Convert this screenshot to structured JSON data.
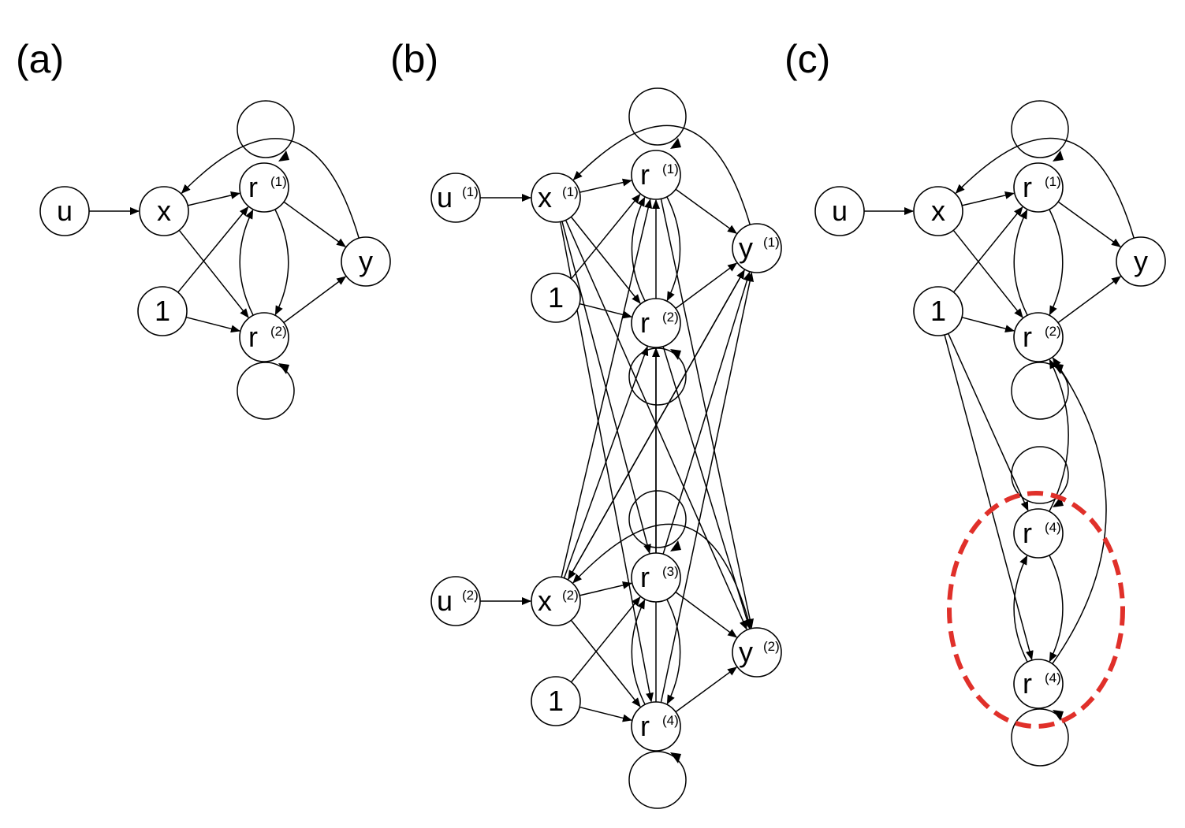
{
  "panels": [
    {
      "label": "(a)",
      "nodes": [
        {
          "id": "u",
          "text": "u",
          "sup": ""
        },
        {
          "id": "x",
          "text": "x",
          "sup": ""
        },
        {
          "id": "one",
          "text": "1",
          "sup": ""
        },
        {
          "id": "r1",
          "text": "r",
          "sup": "(1)"
        },
        {
          "id": "r2",
          "text": "r",
          "sup": "(2)"
        },
        {
          "id": "y",
          "text": "y",
          "sup": ""
        }
      ]
    },
    {
      "label": "(b)",
      "nodes": [
        {
          "id": "u1",
          "text": "u",
          "sup": "(1)"
        },
        {
          "id": "x1",
          "text": "x",
          "sup": "(1)"
        },
        {
          "id": "one1",
          "text": "1",
          "sup": ""
        },
        {
          "id": "r1",
          "text": "r",
          "sup": "(1)"
        },
        {
          "id": "r2",
          "text": "r",
          "sup": "(2)"
        },
        {
          "id": "y1",
          "text": "y",
          "sup": "(1)"
        },
        {
          "id": "u2",
          "text": "u",
          "sup": "(2)"
        },
        {
          "id": "x2",
          "text": "x",
          "sup": "(2)"
        },
        {
          "id": "one2",
          "text": "1",
          "sup": ""
        },
        {
          "id": "r3",
          "text": "r",
          "sup": "(3)"
        },
        {
          "id": "r4",
          "text": "r",
          "sup": "(4)"
        },
        {
          "id": "y2",
          "text": "y",
          "sup": "(2)"
        }
      ]
    },
    {
      "label": "(c)",
      "nodes": [
        {
          "id": "u",
          "text": "u",
          "sup": ""
        },
        {
          "id": "x",
          "text": "x",
          "sup": ""
        },
        {
          "id": "one",
          "text": "1",
          "sup": ""
        },
        {
          "id": "r1",
          "text": "r",
          "sup": "(1)"
        },
        {
          "id": "r2",
          "text": "r",
          "sup": "(2)"
        },
        {
          "id": "y",
          "text": "y",
          "sup": ""
        },
        {
          "id": "r4a",
          "text": "r",
          "sup": "(4)"
        },
        {
          "id": "r4b",
          "text": "r",
          "sup": "(4)"
        }
      ]
    }
  ],
  "colors": {
    "highlight": "#e0302a",
    "stroke": "#000000"
  }
}
